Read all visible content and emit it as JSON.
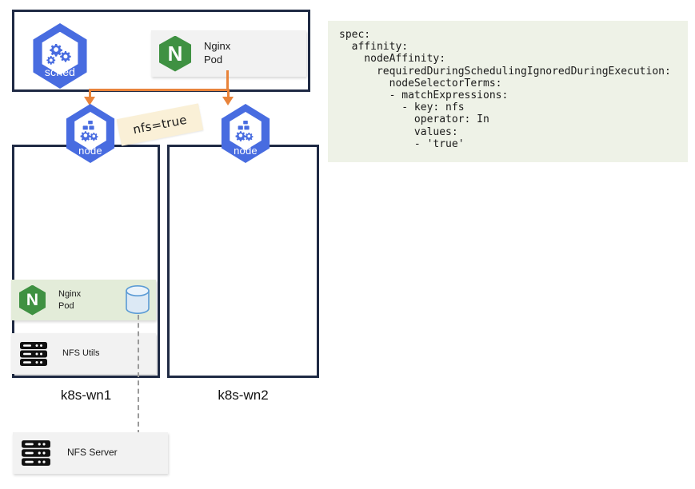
{
  "diagram": {
    "title": "Kubernetes node affinity NFS scheduling diagram",
    "colors": {
      "k8s_blue": "#486ce0",
      "nginx_green": "#3f9142",
      "arrow_orange": "#e8833a",
      "frame_navy": "#1f2a44",
      "sticky_cream": "#faf0d7",
      "yaml_bg": "#eef2e7",
      "pod_card_green": "#e3ecd9",
      "card_gray": "#f2f2f2",
      "volume_blue": "#dce9f5",
      "volume_stroke": "#5b9bd5",
      "dash_gray": "#9a9a9a"
    }
  },
  "cluster": {
    "scheduler": {
      "label": "sched",
      "icon": "k8s-scheduler-gears-icon"
    },
    "pending_pod": {
      "line1": "Nginx",
      "line2": "Pod",
      "logo_letter": "N",
      "icon": "nginx-logo-icon"
    }
  },
  "nodes": [
    {
      "id": "node1",
      "label": "node",
      "icon": "k8s-node-icon"
    },
    {
      "id": "node2",
      "label": "node",
      "icon": "k8s-node-icon"
    }
  ],
  "affinity_label": {
    "text": "nfs=true"
  },
  "workers": [
    {
      "id": "wn1",
      "caption": "k8s-wn1",
      "items": [
        {
          "name": "nginx-pod",
          "line1": "Nginx",
          "line2": "Pod",
          "logo_letter": "N",
          "icon": "nginx-logo-icon",
          "volume_icon": "volume-cylinder-icon"
        },
        {
          "name": "nfs-utils",
          "label": "NFS Utils",
          "icon": "server-rack-icon"
        }
      ]
    },
    {
      "id": "wn2",
      "caption": "k8s-wn2",
      "items": []
    }
  ],
  "storage": {
    "nfs_server": {
      "label": "NFS Server",
      "icon": "server-rack-icon"
    }
  },
  "yaml": {
    "code": "spec:\n  affinity:\n    nodeAffinity:\n      requiredDuringSchedulingIgnoredDuringExecution:\n        nodeSelectorTerms:\n        - matchExpressions:\n          - key: nfs\n            operator: In\n            values:\n            - 'true'"
  }
}
